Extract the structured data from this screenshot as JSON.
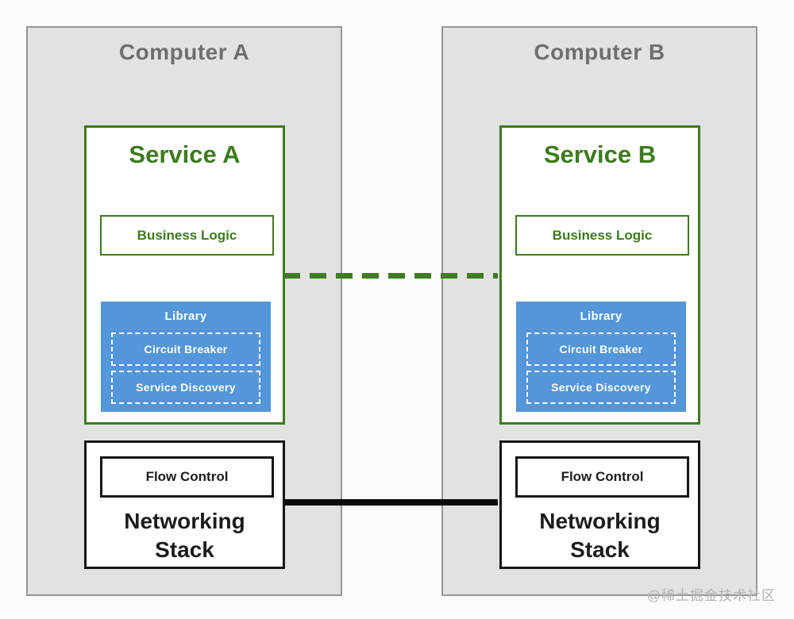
{
  "colors": {
    "page_background": "#fbfbfb",
    "computer_fill": "#e2e2e2",
    "computer_border": "#969696",
    "computer_title_text": "#6f6f6f",
    "service_green": "#3d7a1f",
    "library_blue": "#5396da",
    "library_text": "#ffffff",
    "network_black": "#161616",
    "watermark_gray": "#b2b2b2"
  },
  "computers": [
    {
      "title": "Computer A",
      "service": {
        "title": "Service A",
        "business_logic_label": "Business Logic",
        "library": {
          "label": "Library",
          "components": [
            "Circuit Breaker",
            "Service Discovery"
          ]
        }
      },
      "networking_stack": {
        "flow_control_label": "Flow Control",
        "label": "Networking Stack"
      }
    },
    {
      "title": "Computer B",
      "service": {
        "title": "Service B",
        "business_logic_label": "Business Logic",
        "library": {
          "label": "Library",
          "components": [
            "Circuit Breaker",
            "Service Discovery"
          ]
        }
      },
      "networking_stack": {
        "flow_control_label": "Flow Control",
        "label": "Networking Stack"
      }
    }
  ],
  "connections": [
    {
      "from": "Service A",
      "to": "Service B",
      "style": "dashed",
      "color": "#3f7b22"
    },
    {
      "from": "Networking Stack A",
      "to": "Networking Stack B",
      "style": "solid",
      "color": "#0c0c0c"
    }
  ],
  "watermark": "@稀土掘金技术社区"
}
